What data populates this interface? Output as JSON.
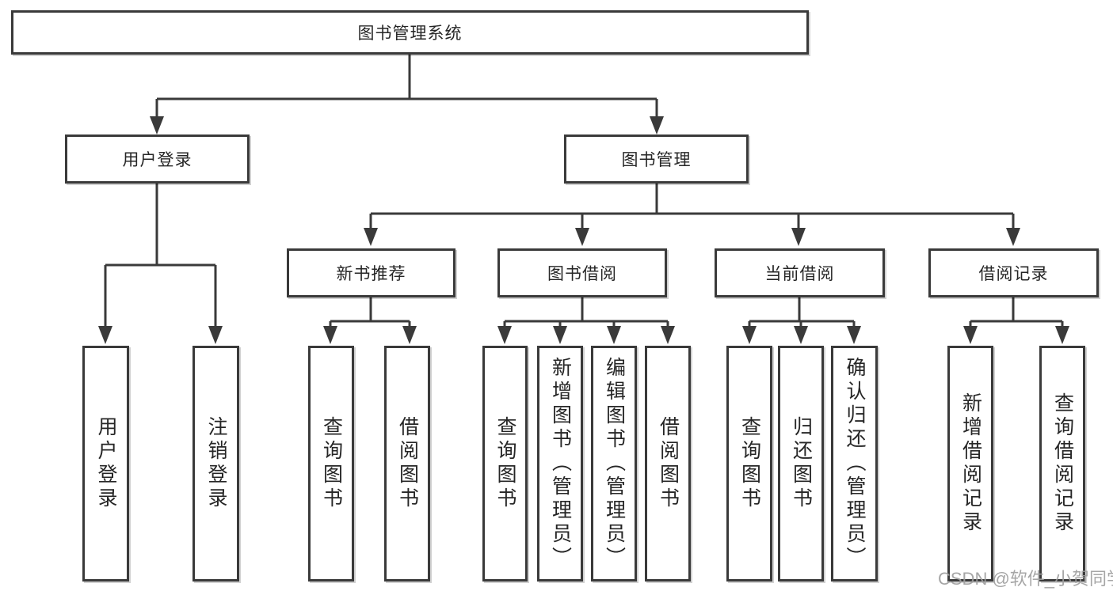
{
  "diagram": {
    "watermark": "CSDN @软件_小贺同学",
    "colors": {
      "line": "#3a3a3a",
      "box_background": "#ffffff",
      "text": "#262626",
      "watermark": "#9e9e9e"
    },
    "tree": {
      "label": "图书管理系统",
      "children": [
        {
          "label": "用户登录",
          "children": [
            {
              "label": "用户登录"
            },
            {
              "label": "注销登录"
            }
          ]
        },
        {
          "label": "图书管理",
          "children": [
            {
              "label": "新书推荐",
              "children": [
                {
                  "label": "查询图书"
                },
                {
                  "label": "借阅图书"
                }
              ]
            },
            {
              "label": "图书借阅",
              "children": [
                {
                  "label": "查询图书"
                },
                {
                  "label": "新增图书（管理员）"
                },
                {
                  "label": "编辑图书（管理员）"
                },
                {
                  "label": "借阅图书"
                }
              ]
            },
            {
              "label": "当前借阅",
              "children": [
                {
                  "label": "查询图书"
                },
                {
                  "label": "归还图书"
                },
                {
                  "label": "确认归还（管理员）"
                }
              ]
            },
            {
              "label": "借阅记录",
              "children": [
                {
                  "label": "新增借阅记录"
                },
                {
                  "label": "查询借阅记录"
                }
              ]
            }
          ]
        }
      ]
    }
  }
}
